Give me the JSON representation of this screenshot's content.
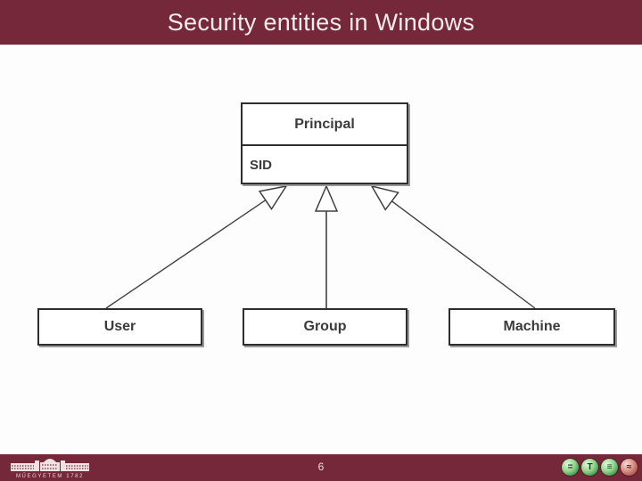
{
  "slide": {
    "title": "Security entities in Windows",
    "page_number": "6"
  },
  "colors": {
    "header_bg": "#74283a",
    "footer_bg": "#74283a",
    "body_bg": "#fdfdfd",
    "title_text": "#f3ecec",
    "box_border": "#2e2e2e",
    "box_shadow": "#9a9a9a",
    "box_text": "#3b3b3b",
    "arrow_line": "#404040",
    "badge_green": "#3a954c",
    "badge_red": "#a44a41"
  },
  "diagram": {
    "type": "uml-class-inheritance",
    "parent": {
      "name": "Principal",
      "attribute": "SID"
    },
    "children": [
      {
        "label": "User"
      },
      {
        "label": "Group"
      },
      {
        "label": "Machine"
      }
    ]
  },
  "footer": {
    "logo_caption": "MŰEGYETEM 1782",
    "badges": [
      {
        "glyph": "=",
        "color": "green"
      },
      {
        "glyph": "T",
        "color": "green"
      },
      {
        "glyph": "≡",
        "color": "green"
      },
      {
        "glyph": "≈",
        "color": "red"
      }
    ]
  }
}
